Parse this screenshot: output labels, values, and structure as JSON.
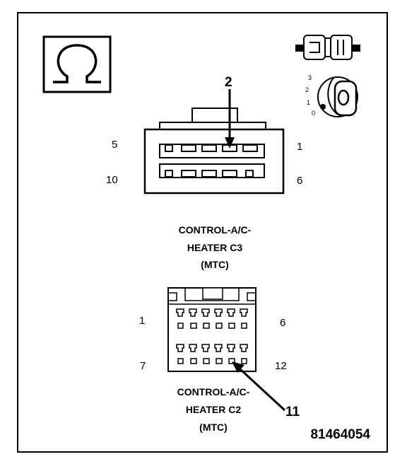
{
  "connector_c3": {
    "pin_top_left": "5",
    "pin_top_right": "1",
    "pin_bottom_left": "10",
    "pin_bottom_right": "6",
    "callout": "2",
    "caption_line1": "CONTROL-A/C-",
    "caption_line2": "HEATER C3",
    "caption_line3": "(MTC)"
  },
  "connector_c2": {
    "pin_top_left": "1",
    "pin_top_right": "6",
    "pin_bottom_left": "7",
    "pin_bottom_right": "12",
    "callout": "11",
    "caption_line1": "CONTROL-A/C-",
    "caption_line2": "HEATER C2",
    "caption_line3": "(MTC)"
  },
  "ignition_positions": [
    "3",
    "2",
    "1",
    "0"
  ],
  "figure_number": "81464054",
  "icons": [
    "ohm-symbol-icon",
    "connector-plug-icon",
    "ignition-key-icon"
  ]
}
